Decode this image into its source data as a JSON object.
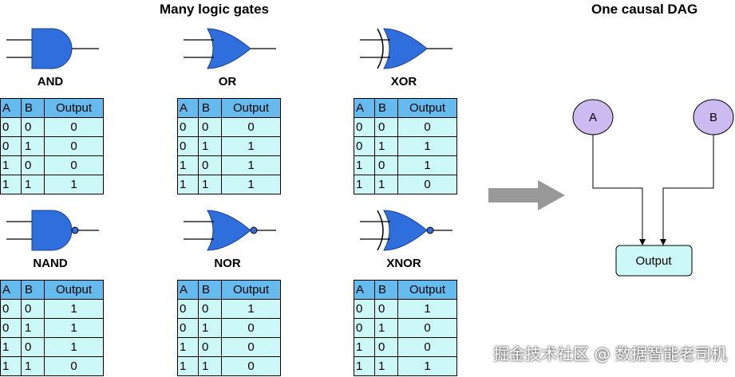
{
  "header": {
    "left_title": "Many logic gates",
    "right_title": "One causal DAG"
  },
  "colors": {
    "gate_fill": "#2f6fdd",
    "table_header": "#66bbee",
    "table_cell": "#ccf8f8",
    "node_fill": "#ccbbf0",
    "output_fill": "#ccf8f8",
    "arrow": "#999999"
  },
  "columns": [
    "A",
    "B",
    "Output"
  ],
  "gates": [
    {
      "name": "AND",
      "type": "and",
      "rows": [
        [
          "0",
          "0",
          "0"
        ],
        [
          "0",
          "1",
          "0"
        ],
        [
          "1",
          "0",
          "0"
        ],
        [
          "1",
          "1",
          "1"
        ]
      ]
    },
    {
      "name": "OR",
      "type": "or",
      "rows": [
        [
          "0",
          "0",
          "0"
        ],
        [
          "0",
          "1",
          "1"
        ],
        [
          "1",
          "0",
          "1"
        ],
        [
          "1",
          "1",
          "1"
        ]
      ]
    },
    {
      "name": "XOR",
      "type": "xor",
      "rows": [
        [
          "0",
          "0",
          "0"
        ],
        [
          "0",
          "1",
          "1"
        ],
        [
          "1",
          "0",
          "1"
        ],
        [
          "1",
          "1",
          "0"
        ]
      ]
    },
    {
      "name": "NAND",
      "type": "nand",
      "rows": [
        [
          "0",
          "0",
          "1"
        ],
        [
          "0",
          "1",
          "1"
        ],
        [
          "1",
          "0",
          "1"
        ],
        [
          "1",
          "1",
          "0"
        ]
      ]
    },
    {
      "name": "NOR",
      "type": "nor",
      "rows": [
        [
          "0",
          "0",
          "1"
        ],
        [
          "0",
          "1",
          "0"
        ],
        [
          "1",
          "0",
          "0"
        ],
        [
          "1",
          "1",
          "0"
        ]
      ]
    },
    {
      "name": "XNOR",
      "type": "xnor",
      "rows": [
        [
          "0",
          "0",
          "1"
        ],
        [
          "0",
          "1",
          "0"
        ],
        [
          "1",
          "0",
          "0"
        ],
        [
          "1",
          "1",
          "1"
        ]
      ]
    }
  ],
  "dag": {
    "node_a": "A",
    "node_b": "B",
    "output": "Output"
  },
  "watermark": "掘金技术社区 @ 数据智能老司机"
}
